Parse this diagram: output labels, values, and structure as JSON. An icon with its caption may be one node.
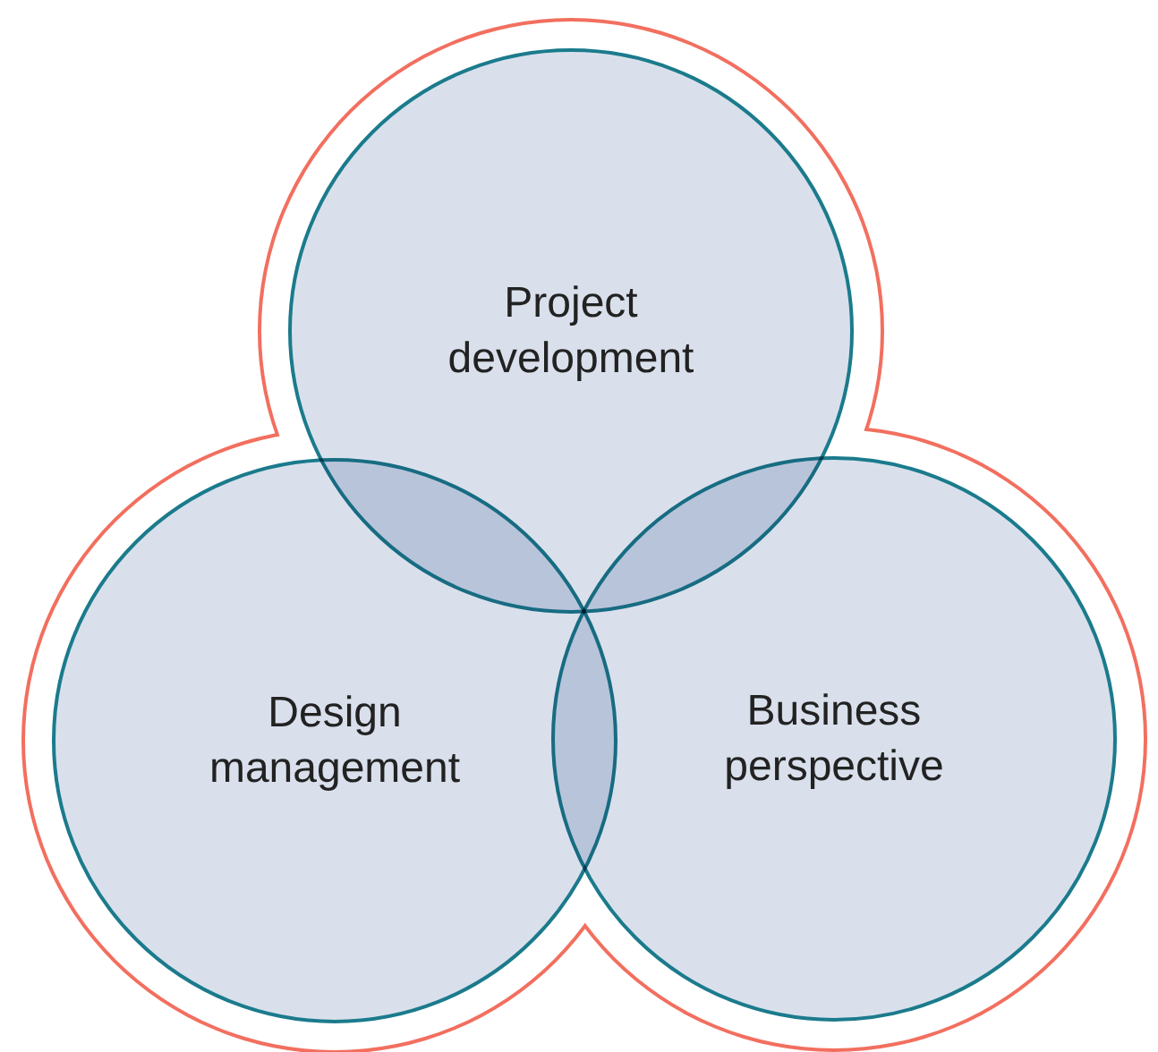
{
  "diagram": {
    "nodes": [
      {
        "text": [
          "Project development"
        ]
      },
      {
        "text": [
          "Design management"
        ]
      },
      {
        "text": [
          "Business perspective"
        ]
      }
    ]
  }
}
